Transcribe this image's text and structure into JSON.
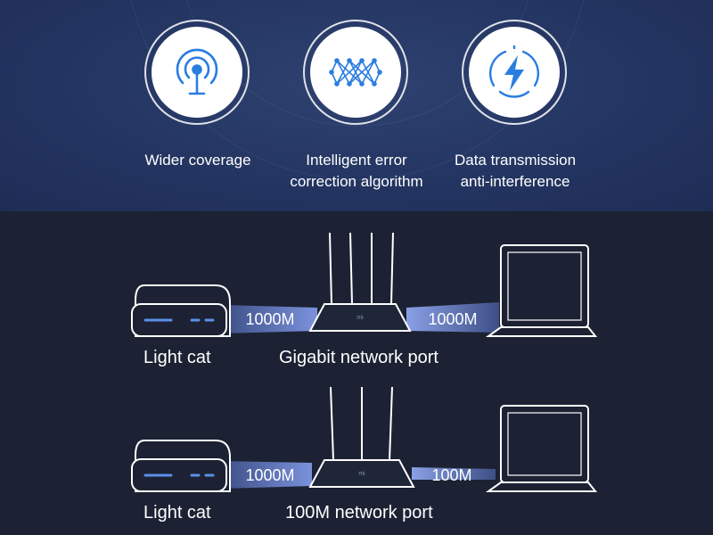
{
  "features": [
    {
      "icon": "signal-tower-icon",
      "line1": "Wider coverage",
      "line2": ""
    },
    {
      "icon": "network-mesh-icon",
      "line1": "Intelligent error",
      "line2": "correction algorithm"
    },
    {
      "icon": "lightning-bolt-icon",
      "line1": "Data transmission",
      "line2": "anti-interference"
    }
  ],
  "rows": [
    {
      "speed_left": "1000M",
      "speed_right": "1000M",
      "device_label": "Light cat",
      "router_label": "Gigabit network port",
      "router_logo": "mi"
    },
    {
      "speed_left": "1000M",
      "speed_right": "100M",
      "device_label": "Light cat",
      "router_label": "100M network port",
      "router_logo": "mi"
    }
  ],
  "colors": {
    "top_bg": "#243562",
    "bottom_bg": "#1c2233",
    "band": "#8aa0e6",
    "icon": "#2a7de1"
  }
}
